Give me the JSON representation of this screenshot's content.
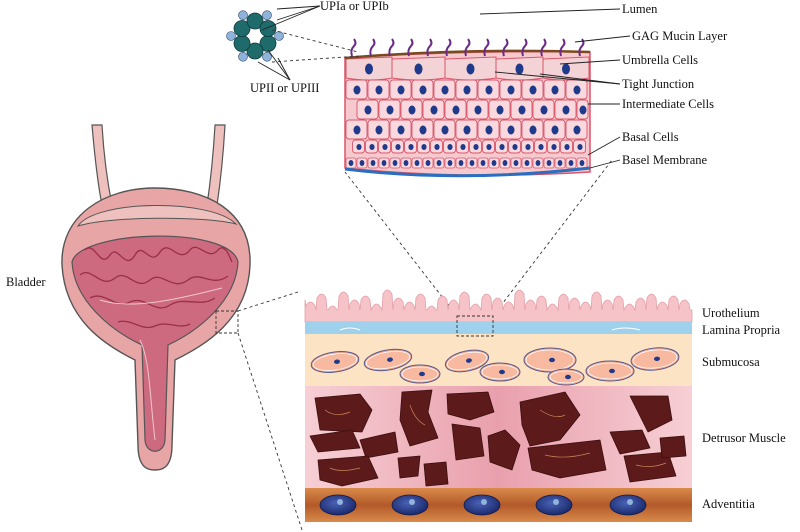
{
  "labels": {
    "upia_upib": "UPIa or UPIb",
    "upii_upiii": "UPII or UPIII",
    "lumen": "Lumen",
    "gag": "GAG Mucin Layer",
    "umbrella": "Umbrella Cells",
    "tight_junction": "Tight Junction",
    "intermediate": "Intermediate Cells",
    "basal_cells": "Basal Cells",
    "basel_membrane": "Basel Membrane",
    "bladder": "Bladder",
    "urothelium": "Urothelium",
    "lamina_propria": "Lamina Propria",
    "submucosa": "Submucosa",
    "detrusor": "Detrusor Muscle",
    "adventitia": "Adventitia"
  },
  "colors": {
    "uroplakin_large": "#1f6b6b",
    "uroplakin_small": "#8fb3d9",
    "epithelium": "#f6c9cf",
    "cell_border": "#d9566a",
    "nucleus": "#1f3a8a",
    "gag": "#6b2a8a",
    "basement": "#2a6fbf",
    "lamina": "#9fd0ec",
    "submucosa": "#fbe3c4",
    "detrusor_bg": "#f2b7c0",
    "muscle": "#5c1a1a",
    "adventitia": "#b35a2a",
    "bladder_outer": "#e7a5a5",
    "bladder_inner": "#b3405a"
  },
  "icons": [
    "uroplakin-hexamer-icon",
    "bladder-organ-icon"
  ]
}
